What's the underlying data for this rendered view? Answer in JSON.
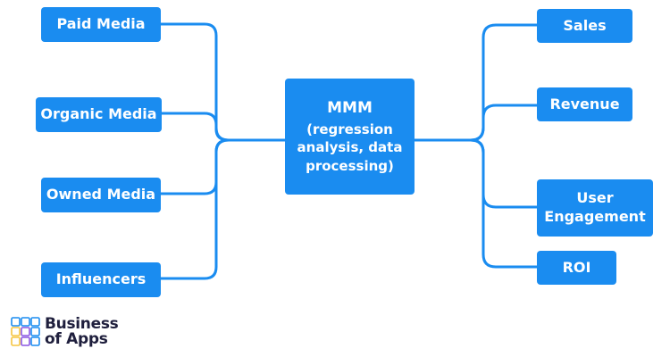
{
  "inputs": [
    {
      "label": "Paid Media"
    },
    {
      "label": "Organic Media"
    },
    {
      "label": "Owned Media"
    },
    {
      "label": "Influencers"
    }
  ],
  "center": {
    "title": "MMM",
    "subtitle": "(regression\nanalysis, data\nprocessing)"
  },
  "outputs": [
    {
      "label": "Sales"
    },
    {
      "label": "Revenue"
    },
    {
      "label": "User\nEngagement"
    },
    {
      "label": "ROI"
    }
  ],
  "logo": {
    "text": "Business\nof Apps",
    "grid_colors": [
      "#1a8cf0",
      "#1a8cf0",
      "#1a8cf0",
      "#f5c542",
      "#8a56e2",
      "#1a8cf0",
      "#f5c542",
      "#8a56e2",
      "#1a8cf0"
    ]
  },
  "colors": {
    "node_fill": "#1a8cf0",
    "connector": "#1a8cf0",
    "text": "#ffffff"
  }
}
